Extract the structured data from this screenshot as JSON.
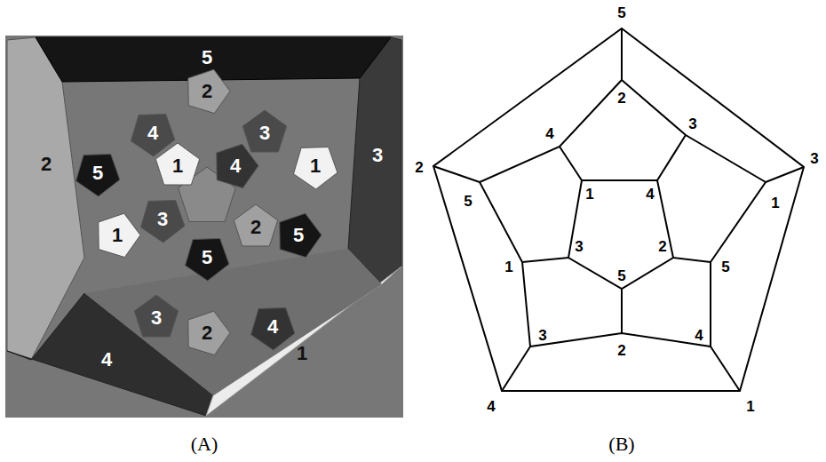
{
  "diagram": {
    "labels": [
      "5",
      "2",
      "4",
      "3",
      "2",
      "5",
      "1",
      "4",
      "1",
      "3",
      "1",
      "3",
      "2",
      "5",
      "5",
      "3",
      "2",
      "4",
      "4",
      "1",
      "(A)",
      "5",
      "2",
      "3",
      "2",
      "4",
      "3",
      "1",
      "4",
      "5",
      "1",
      "3",
      "2",
      "1",
      "5",
      "5",
      "3",
      "2",
      "4",
      "4",
      "1",
      "(B)"
    ]
  }
}
